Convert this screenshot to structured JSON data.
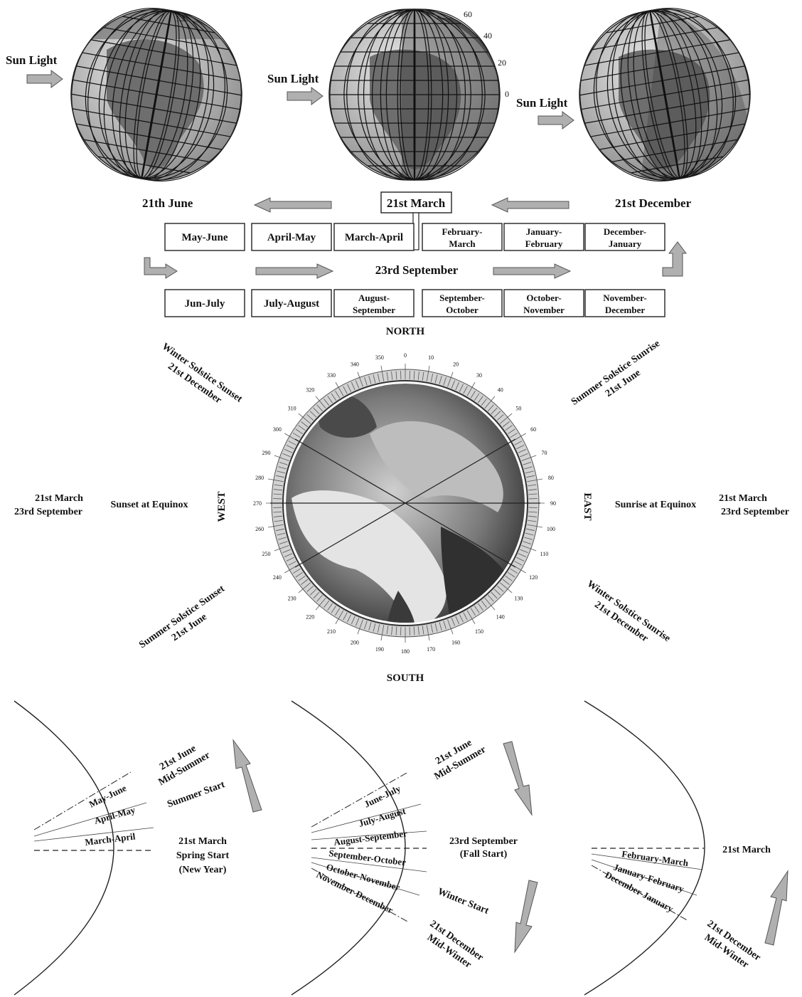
{
  "globes": {
    "sun_label": "Sun Light",
    "left_date": "21th June",
    "right_date": "21st December",
    "latitude_ticks": [
      "60",
      "40",
      "20",
      "0"
    ]
  },
  "timeline": {
    "center_top": "21st March",
    "center_mid": "23rd September",
    "top_row": [
      [
        "May-June"
      ],
      [
        "April-May"
      ],
      [
        "March-April"
      ],
      [
        "February-",
        "March"
      ],
      [
        "January-",
        "February"
      ],
      [
        "December-",
        "January"
      ]
    ],
    "bottom_row": [
      [
        "Jun-July"
      ],
      [
        "July-August"
      ],
      [
        "August-",
        "September"
      ],
      [
        "September-",
        "October"
      ],
      [
        "October-",
        "November"
      ],
      [
        "November-",
        "December"
      ]
    ]
  },
  "compass": {
    "north": "NORTH",
    "south": "SOUTH",
    "east": "EAST",
    "west": "WEST",
    "degree_ticks": [
      "0",
      "10",
      "20",
      "30",
      "40",
      "50",
      "60",
      "70",
      "80",
      "90",
      "100",
      "110",
      "120",
      "130",
      "140",
      "150",
      "160",
      "170",
      "180",
      "190",
      "200",
      "210",
      "220",
      "230",
      "240",
      "250",
      "260",
      "270",
      "280",
      "290",
      "300",
      "310",
      "320",
      "330",
      "340",
      "350"
    ],
    "winter_sunset": [
      "Winter Solstice Sunset",
      "21st December"
    ],
    "summer_sunrise": [
      "Summer Solstice Sunrise",
      "21st June"
    ],
    "summer_sunset": [
      "Summer Solstice Sunset",
      "21st June"
    ],
    "winter_sunrise": [
      "Winter Solstice Sunrise",
      "21st December"
    ],
    "west_dates": [
      "21st March",
      "23rd September"
    ],
    "east_dates": [
      "21st March",
      "23rd September"
    ],
    "sunset_equinox": "Sunset at Equinox",
    "sunrise_equinox": "Sunrise at Equinox"
  },
  "horizons": {
    "spring": {
      "top_label": [
        "21st June",
        "Mid-Summer"
      ],
      "summer_start": "Summer Start",
      "mid_label": [
        "21st March",
        "Spring Start",
        "(New Year)"
      ],
      "sectors": [
        "May-June",
        "April-May",
        "March-April"
      ]
    },
    "fall": {
      "top_label": [
        "21st June",
        "Mid-Summer"
      ],
      "mid_label": [
        "23rd September",
        "(Fall Start)"
      ],
      "winter_start": "Winter Start",
      "bottom_label": [
        "21st December",
        "Mid-Winter"
      ],
      "sectors": [
        "June-July",
        "July-August",
        "August-September",
        "September-October",
        "October-November",
        "November-December"
      ]
    },
    "winter": {
      "mid_label": "21st March",
      "bottom_label": [
        "21st December",
        "Mid-Winter"
      ],
      "sectors": [
        "February-March",
        "January-February",
        "December-January"
      ]
    }
  }
}
